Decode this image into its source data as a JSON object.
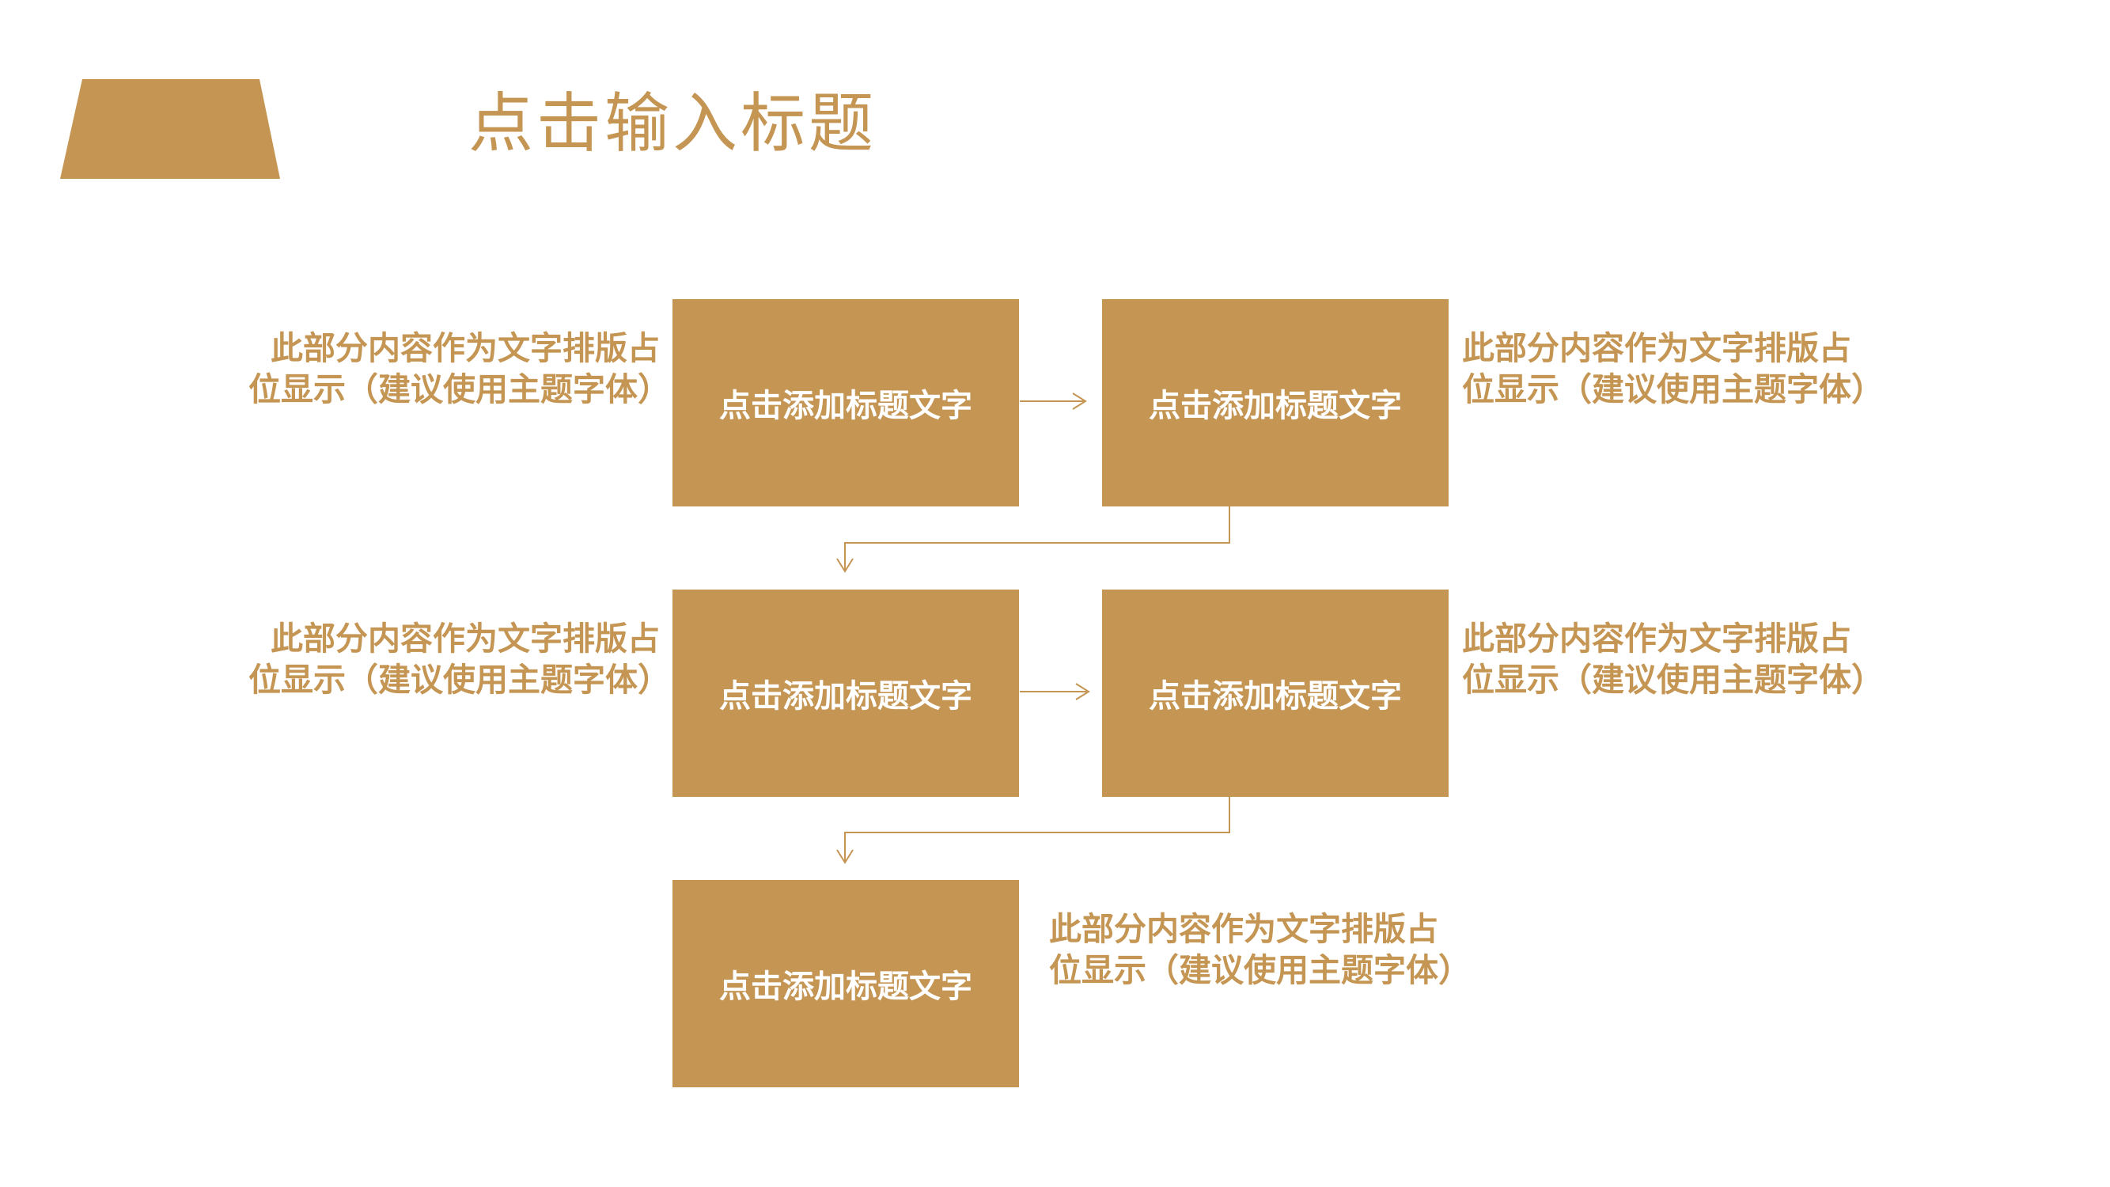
{
  "colors": {
    "accent": "#C49553",
    "text_light": "#FFFFFF",
    "background": "#FFFFFF"
  },
  "header": {
    "title": "点击输入标题",
    "decoration": "trapezoid-tab"
  },
  "flow": {
    "steps": [
      {
        "label": "点击添加标题文字",
        "description": "此部分内容作为文字排版占位显示（建议使用主题字体）"
      },
      {
        "label": "点击添加标题文字",
        "description": "此部分内容作为文字排版占位显示（建议使用主题字体）"
      },
      {
        "label": "点击添加标题文字",
        "description": "此部分内容作为文字排版占位显示（建议使用主题字体）"
      },
      {
        "label": "点击添加标题文字",
        "description": "此部分内容作为文字排版占位显示（建议使用主题字体）"
      },
      {
        "label": "点击添加标题文字",
        "description": "此部分内容作为文字排版占位显示（建议使用主题字体）"
      }
    ]
  }
}
